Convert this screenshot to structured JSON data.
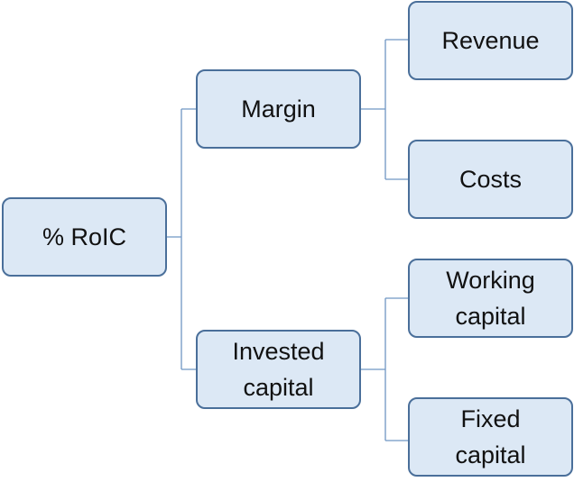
{
  "diagram": {
    "colors": {
      "node_fill": "#dce8f5",
      "node_border": "#4a6f9a",
      "connector": "#6f96c4",
      "text": "#111111"
    },
    "nodes": {
      "roic": {
        "line1": "% RoIC"
      },
      "margin": {
        "line1": "Margin"
      },
      "invested": {
        "line1": "Invested",
        "line2": "capital"
      },
      "revenue": {
        "line1": "Revenue"
      },
      "costs": {
        "line1": "Costs"
      },
      "working": {
        "line1": "Working",
        "line2": "capital"
      },
      "fixed": {
        "line1": "Fixed",
        "line2": "capital"
      }
    }
  }
}
